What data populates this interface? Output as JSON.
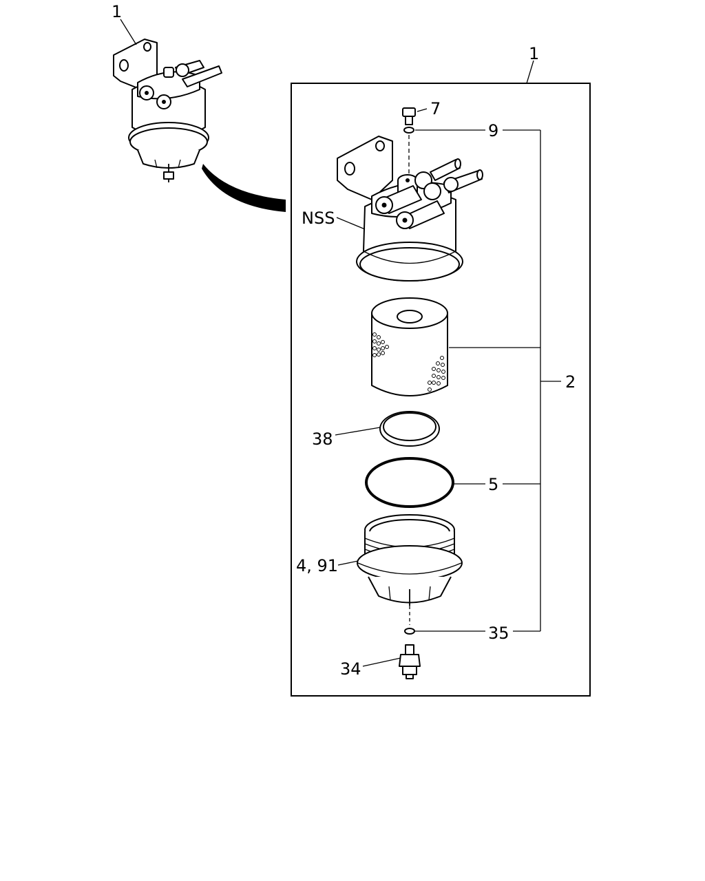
{
  "callouts": {
    "assembly_top_left": "1",
    "assembly_box": "1",
    "plug": "7",
    "plug_washer": "9",
    "head": "NSS",
    "kit": "2",
    "ring": "38",
    "oring": "5",
    "bowl": "4, 91",
    "drain_washer": "35",
    "drain": "34"
  }
}
